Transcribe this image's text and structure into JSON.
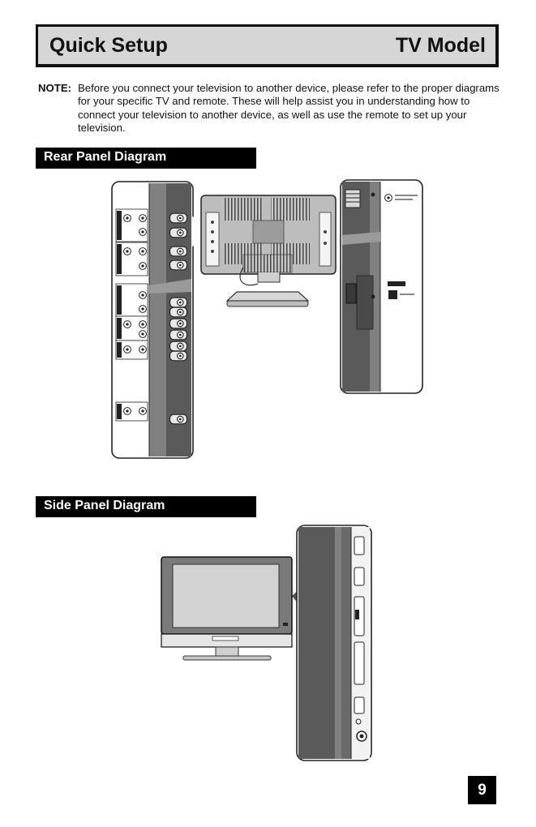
{
  "header": {
    "title_left": "Quick Setup",
    "title_right": "TV Model"
  },
  "note": {
    "label": "NOTE:",
    "text": "Before you connect your television to another device, please refer to the proper diagrams for your specific TV and remote. These will help assist you in understanding how to connect your television to another device, as well as use the remote to set up your television."
  },
  "sections": {
    "rear": "Rear Panel Diagram",
    "side": "Side Panel Diagram"
  },
  "page_number": "9",
  "colors": {
    "panel_dark": "#5a5a5a",
    "panel_light": "#eeeeee",
    "header_bg": "#d6d6d6",
    "bar_bg": "#000000"
  }
}
